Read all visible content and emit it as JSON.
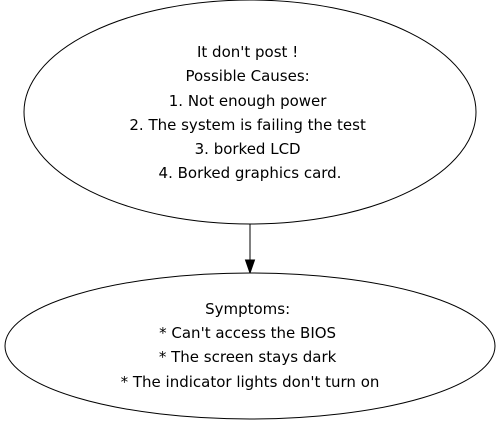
{
  "diagram": {
    "nodes": [
      {
        "id": "no-post",
        "lines": [
          "It don't post !",
          "Possible Causes:",
          "1. Not enough power",
          "2. The system is failing the test",
          "3. borked LCD",
          "4. Borked graphics card."
        ]
      },
      {
        "id": "symptoms",
        "lines": [
          "Symptoms:",
          "* Can't access the BIOS",
          "* The screen stays dark",
          "* The indicator lights don't turn on"
        ]
      }
    ],
    "edges": [
      {
        "from": "no-post",
        "to": "symptoms"
      }
    ],
    "colors": {
      "stroke": "#000000",
      "fill": "#ffffff",
      "text": "#000000"
    }
  }
}
